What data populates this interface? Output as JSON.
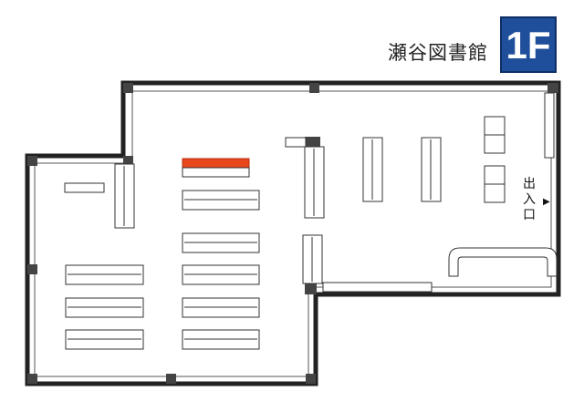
{
  "library_name": "瀬谷図書館",
  "floor": "1F",
  "entrance": {
    "line1": "出",
    "line2": "入",
    "line3": "口",
    "arrow": "▶"
  },
  "colors": {
    "wall": "#222222",
    "pillar": "#444444",
    "shelf_fill": "#ffffff",
    "shelf_stroke": "#333333",
    "highlight": "#e8461c",
    "badge": "#1f4e9b"
  },
  "highlighted_shelf": "shelf-highlighted"
}
